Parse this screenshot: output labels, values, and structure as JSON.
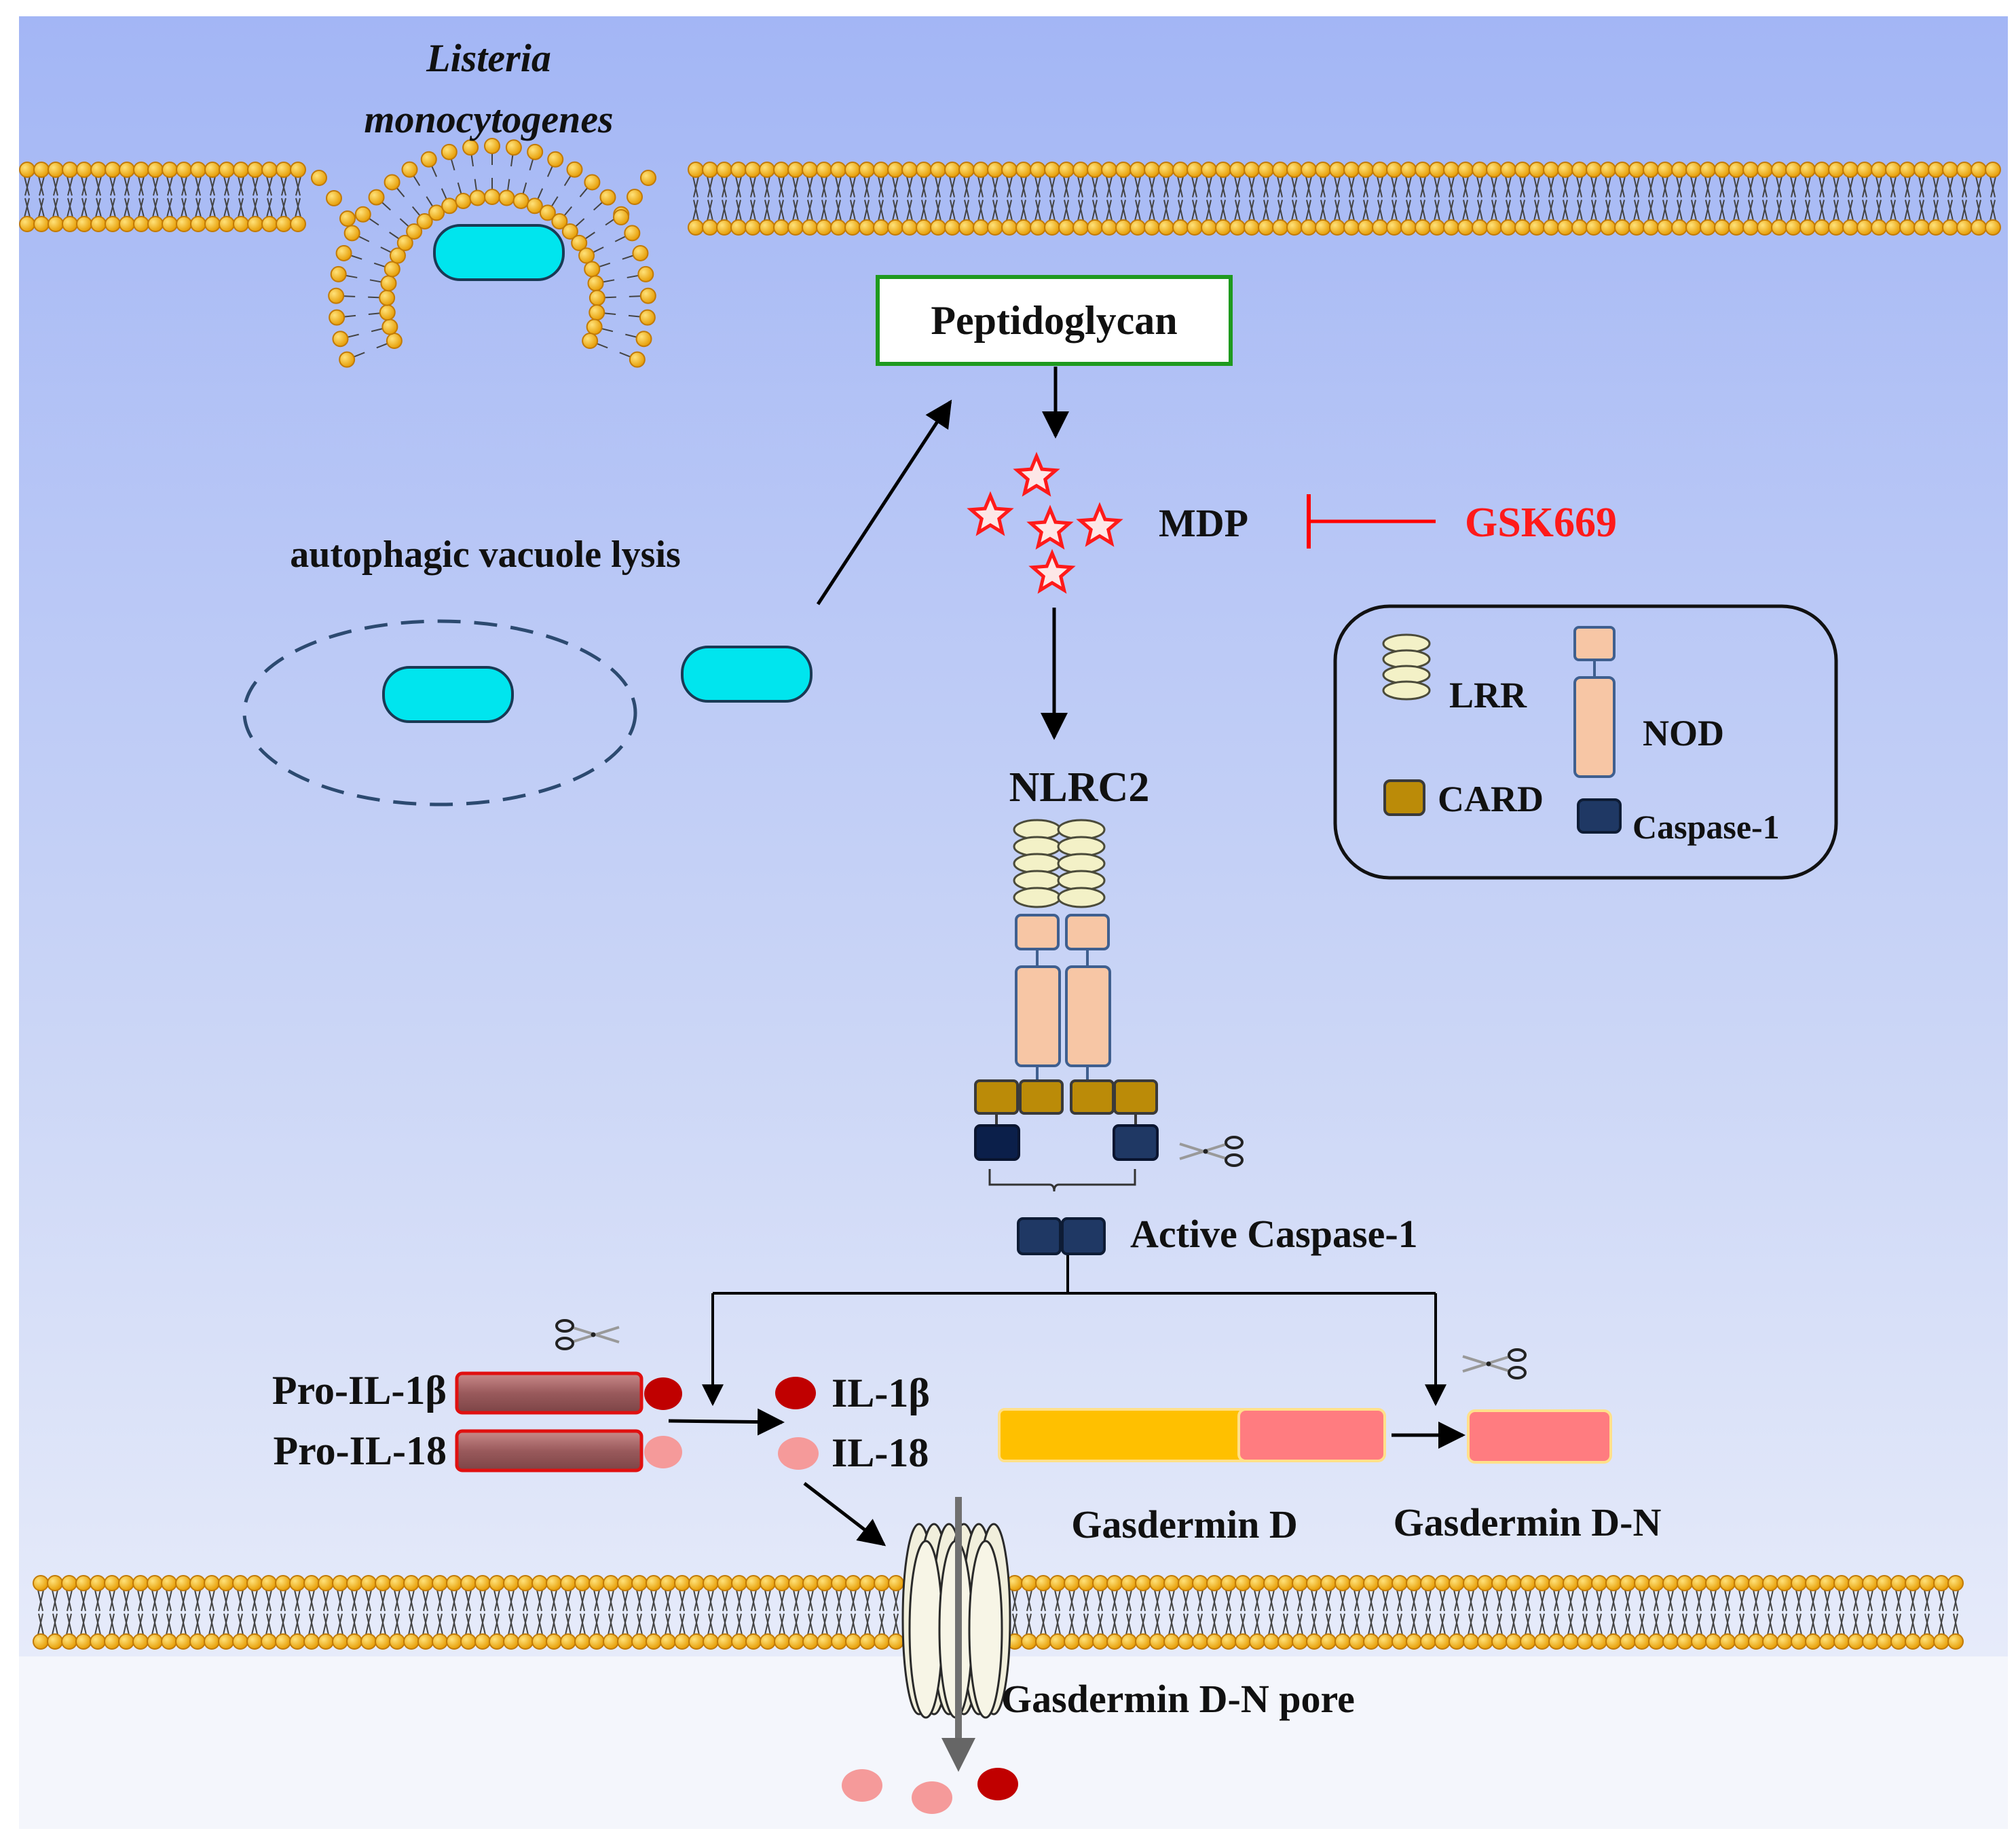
{
  "labels": {
    "bacterium": "Listeria",
    "bacterium_species": "monocytogenes",
    "peptidoglycan": "Peptidoglycan",
    "mdp": "MDP",
    "inhibitor": "GSK669",
    "vacuole_lysis": "autophagic vacuole lysis",
    "nlrc2": "NLRC2",
    "active_caspase": "Active Caspase-1",
    "pro_il1b": "Pro-IL-1β",
    "pro_il18": "Pro-IL-18",
    "il1b": "IL-1β",
    "il18": "IL-18",
    "gsdmd": "Gasdermin D",
    "gsdmd_n": "Gasdermin D-N",
    "pore": "Gasdermin D-N pore"
  },
  "legend": {
    "lrr": "LRR",
    "nod": "NOD",
    "card": "CARD",
    "caspase": "Caspase-1"
  },
  "colors": {
    "background_top": "#a3b6f5",
    "background_bottom": "#eef1fb",
    "lipid_head": "#f2b21a",
    "lipid_head_stroke": "#c27a05",
    "bacterium": "#00e5ee",
    "nod": "#f7c6a5",
    "lrr": "#f3f1c7",
    "card": "#bb8b08",
    "caspase": "#1f3864",
    "pro_cytokine": "#b0686a",
    "il1b": "#c00000",
    "il18": "#f59a9a",
    "gsdmd": "#ffc000",
    "gsdmd_n": "#ff7c80",
    "inhibitor": "#ff0000",
    "peptidoglycan_border": "#1f9a1f"
  },
  "icons": [
    "scissors-icon",
    "star-icon",
    "arrow-icon",
    "inhibition-bar-icon"
  ]
}
